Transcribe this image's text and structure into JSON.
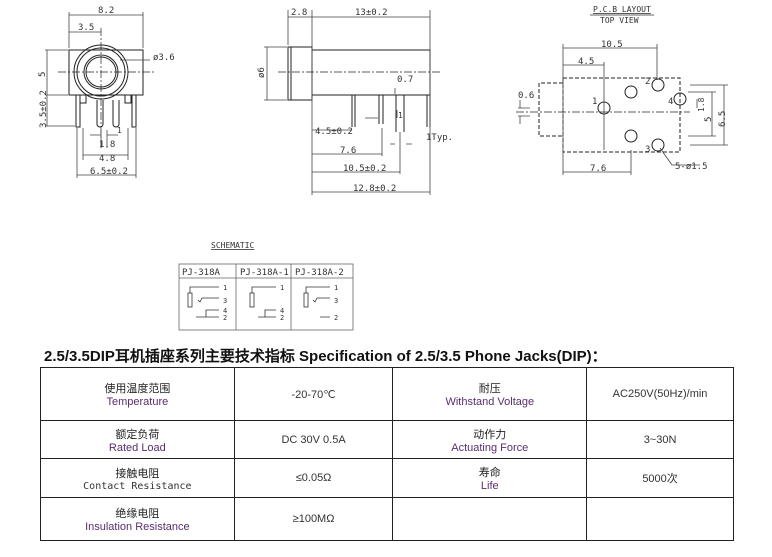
{
  "front_view": {
    "w": "8.2",
    "a": "3.5",
    "dia": "ø3.6",
    "h": "5",
    "pin": "3.5±0.2",
    "s1": "1.8",
    "s2": "4.8",
    "s3": "6.5±0.2",
    "t": "1"
  },
  "side_view": {
    "flange": "2.8",
    "body": "13±0.2",
    "dia": "ø6",
    "d07": "0.7",
    "d45": "4.5±0.2",
    "d76": "7.6",
    "d105": "10.5±0.2",
    "d128": "12.8±0.2",
    "typ": "1Typ.",
    "t": "1"
  },
  "pcb": {
    "title": "P.C.B LAYOUT",
    "subtitle": "TOP VIEW",
    "d105": "10.5",
    "d45": "4.5",
    "d76": "7.6",
    "d06": "0.6",
    "d18": "1.8",
    "d5": "5",
    "d65": "6.5",
    "holes": "5-ø1.5",
    "pins": [
      "1",
      "2",
      "3",
      "4"
    ]
  },
  "schematic": {
    "title": "SCHEMATIC",
    "models": [
      "PJ-318A",
      "PJ-318A-1",
      "PJ-318A-2"
    ],
    "pins": [
      "1",
      "3",
      "4",
      "2"
    ]
  },
  "spec": {
    "title": "2.5/3.5DIP耳机插座系列主要技术指标 Specification of 2.5/3.5 Phone Jacks(DIP)：",
    "rows": [
      [
        {
          "cn": "使用温度范围",
          "en": "Temperature"
        },
        "-20-70℃",
        {
          "cn": "耐压",
          "en": "Withstand Voltage"
        },
        "AC250V(50Hz)/min"
      ],
      [
        {
          "cn": "额定负荷",
          "en": "Rated Load"
        },
        "DC 30V 0.5A",
        {
          "cn": "动作力",
          "en": "Actuating Force"
        },
        "3~30N"
      ],
      [
        {
          "cn": "接触电阻",
          "en": "Contact Resistance"
        },
        "≤0.05Ω",
        {
          "cn": "寿命",
          "en": "Life"
        },
        "5000次"
      ],
      [
        {
          "cn": "绝缘电阻",
          "en": "Insulation Resistance"
        },
        "≥100MΩ",
        "",
        ""
      ]
    ]
  }
}
